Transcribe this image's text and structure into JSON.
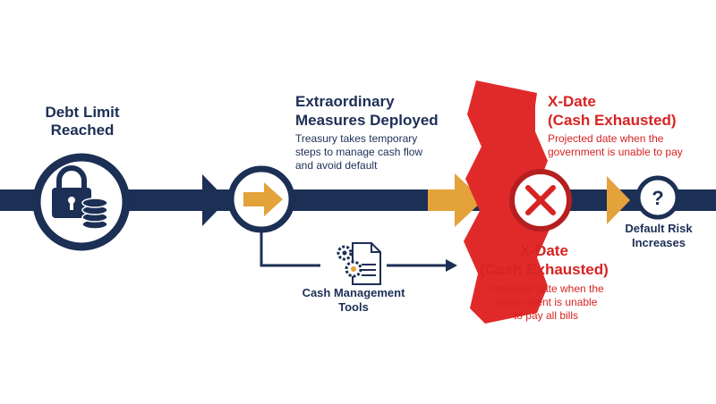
{
  "colors": {
    "navy": "#1c2f55",
    "gold": "#e3a23a",
    "red": "#e02a2a",
    "dark_red": "#b51f1f",
    "white": "#ffffff"
  },
  "steps": {
    "debt_limit": {
      "title_line1": "Debt Limit",
      "title_line2": "Reached",
      "icon": "lock-and-coins-icon"
    },
    "extraordinary": {
      "title_line1": "Extraordinary",
      "title_line2": "Measures Deployed",
      "desc_line1": "Treasury takes temporary",
      "desc_line2": "steps to manage cash flow",
      "desc_line3": "and avoid default",
      "icon": "arrow-right-icon"
    },
    "cash_tools": {
      "label_line1": "Cash Management",
      "label_line2": "Tools",
      "icon": "gears-document-icon"
    },
    "xdate_top": {
      "title_line1": "X-Date",
      "title_line2": "(Cash Exhausted)",
      "desc_line1": "Projected date when the",
      "desc_line2": "government is unable to pay",
      "icon": "x-mark-icon"
    },
    "xdate_bottom": {
      "title_line1": "X-Date",
      "title_line2": "(Cash Exhausted)",
      "desc_line1": "Projected date when the",
      "desc_line2": "government is unable",
      "desc_line3": "to pay all bills"
    },
    "default_risk": {
      "label_line1": "Default Risk",
      "label_line2": "Increases",
      "icon": "question-mark-icon"
    }
  }
}
